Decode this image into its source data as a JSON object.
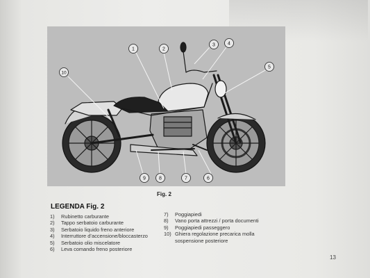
{
  "figure": {
    "caption": "Fig. 2",
    "callouts": [
      "1",
      "2",
      "3",
      "4",
      "5",
      "10",
      "9",
      "8",
      "7",
      "6"
    ]
  },
  "legend": {
    "title": "LEGENDA Fig. 2",
    "left": [
      {
        "num": "1)",
        "text": "Rubinetto carburante"
      },
      {
        "num": "2)",
        "text": "Tappo serbatoio carburante"
      },
      {
        "num": "3)",
        "text": "Serbatoio liquido freno anteriore"
      },
      {
        "num": "4)",
        "text": "Interruttore d’accensione/bloccasterzo"
      },
      {
        "num": "5)",
        "text": "Serbatoio olio miscelatore"
      },
      {
        "num": "6)",
        "text": "Leva comando freno posteriore"
      }
    ],
    "right": [
      {
        "num": "7)",
        "text": "Poggiapiedi"
      },
      {
        "num": "8)",
        "text": "Vano porta attrezzi / porta documenti"
      },
      {
        "num": "9)",
        "text": "Poggiapiedi passeggero"
      },
      {
        "num": "10)",
        "text": "Ghiera regolazione precarica molla"
      },
      {
        "num": "",
        "text": "sospensione posteriore"
      }
    ]
  },
  "page_number": "13"
}
